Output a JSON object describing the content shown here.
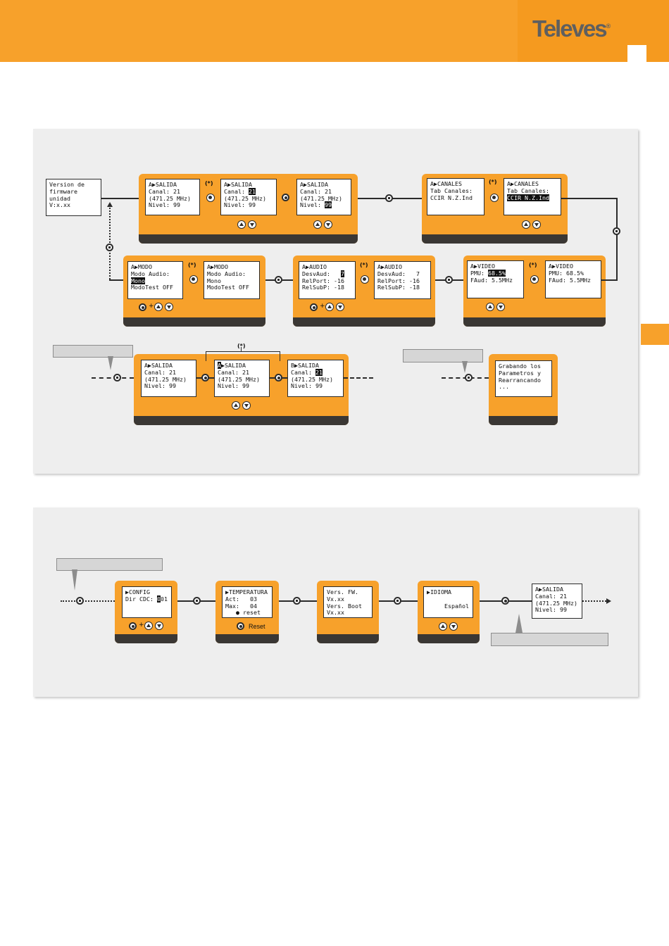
{
  "brand": {
    "logo": "Televes",
    "accent": "#f7a12b",
    "dark_bar": "#3a3734",
    "panel_bg": "#eeeeee"
  },
  "star_label": "(*)",
  "plus": "+",
  "reset_label": "Reset",
  "panel1": {
    "firmware": "Version de\nfirmware\nunidad\nV:x.xx",
    "salida": [
      "A▶SALIDA\nCanal: 21\n(471.25 MHz)\nNivel: 99",
      [
        "A▶SALIDA\nCanal: ",
        "21",
        "\n(471.25 MHz)\nNivel: 99"
      ],
      [
        "A▶SALIDA\nCanal: 21\n(471.25 MHz)\nNivel: ",
        "99",
        ""
      ]
    ],
    "canales": [
      "A▶CANALES\nTab Canales:\nCCIR N.Z.Ind",
      [
        "A▶CANALES\nTab Canales:\n",
        "CCIR N.Z.Ind",
        ""
      ]
    ],
    "modo": [
      [
        "A▶MODO\nModo Audio:\n",
        "Mono",
        "\nModoTest OFF"
      ],
      "A▶MODO\nModo Audio:\nMono\nModoTest OFF"
    ],
    "audio": [
      [
        "A▶AUDIO\nDesvAud:   ",
        "7",
        "\nRelPort: -16\nRelSubP: -18"
      ],
      "A▶AUDIO\nDesvAud:   7\nRelPort: -16\nRelSubP: -18"
    ],
    "video": [
      [
        "A▶VIDEO\nPMU: ",
        "68.5%",
        "\nFAud: 5.5MHz"
      ],
      "A▶VIDEO\nPMU: 68.5%\nFAud: 5.5MHz"
    ],
    "ab": [
      "A▶SALIDA\nCanal: 21\n(471.25 MHz)\nNivel: 99",
      [
        "",
        "A",
        "▶SALIDA\nCanal: 21\n(471.25 MHz)\nNivel: 99"
      ],
      [
        "B▶SALIDA\nCanal: ",
        "21",
        "\n(471.25 MHz)\nNivel: 99"
      ]
    ],
    "saving": "Grabando los\nParametros y\nRearrancando\n..."
  },
  "panel2": {
    "config": [
      "▶CONFIG\nDir CDC: ",
      "0",
      "01"
    ],
    "temperatura": "▶TEMPERATURA\nAct:   03\nMax:   04\n   ● reset",
    "versions": "Vers. FW.\nVx.xx\nVers. Boot\nVx.xx",
    "idioma": "▶IDIOMA\n\n     Español",
    "salida": "A▶SALIDA\nCanal: 21\n(471.25 MHz)\nNivel: 99"
  }
}
